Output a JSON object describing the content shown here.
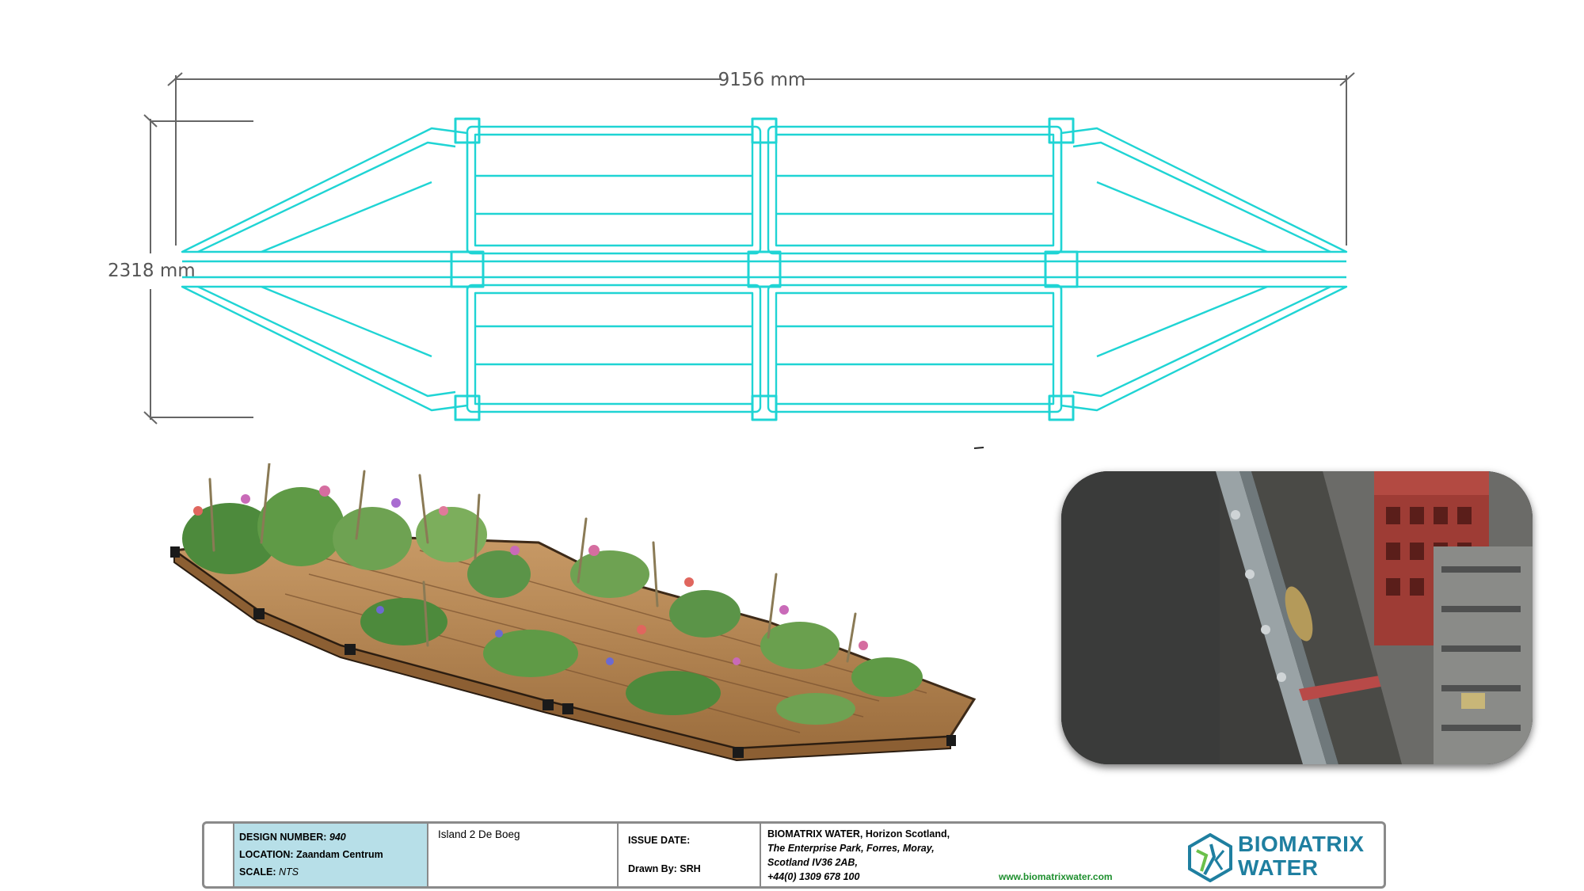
{
  "dimensions": {
    "length": "9156 mm",
    "width": "2318 mm"
  },
  "title_block": {
    "design_number_label": "DESIGN NUMBER:",
    "design_number_value": "940",
    "location_label": "LOCATION:",
    "location_value": "Zaandam Centrum",
    "scale_label": "SCALE:",
    "scale_value": "NTS",
    "project_name": "Island 2 De Boeg",
    "issue_date_label": "ISSUE DATE:",
    "drawn_by": "Drawn By: SRH",
    "company_line1": "BIOMATRIX WATER, Horizon Scotland,",
    "company_line2": "The Enterprise Park, Forres, Moray,",
    "company_line3": "Scotland IV36 2AB,",
    "company_phone": "+44(0) 1309 678 100",
    "website": "www.biomatrixwater.com",
    "logo_line1": "BIOMATRIX",
    "logo_line2": "WATER"
  },
  "colors": {
    "frame_cyan": "#1fd4d4",
    "info_cell_bg": "#b7dfe8",
    "logo_blue": "#1f7fa0",
    "website_green": "#1e8f2e"
  },
  "images": {
    "render": "3d-planted-floating-island-render",
    "photo": "aerial-photo-canal-with-island"
  }
}
